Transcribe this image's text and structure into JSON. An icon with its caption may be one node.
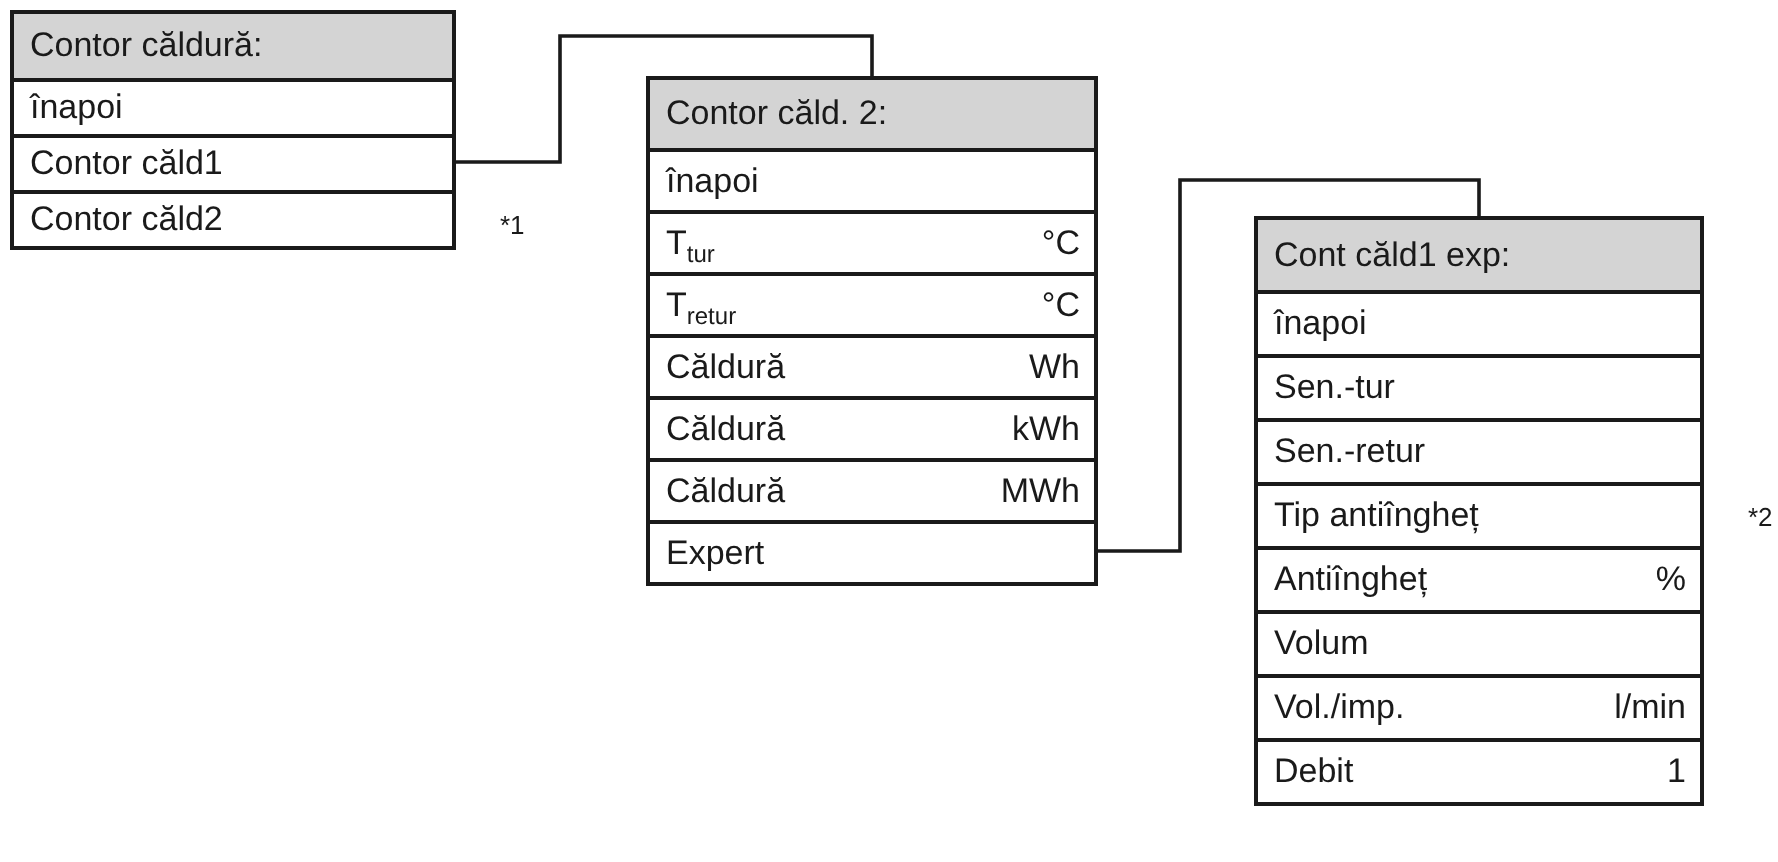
{
  "diagram": {
    "nodes": [
      {
        "text": [
          "Contor căldură:"
        ]
      },
      {
        "text": [
          "înapoi"
        ],
        "in": 0
      },
      {
        "text": [
          "Contor căld1"
        ],
        "in": 0
      },
      {
        "text": [
          "Contor căld2"
        ],
        "in": 0,
        "beside": [
          "*1"
        ]
      },
      {
        "text": [
          "Contor căld. 2:"
        ]
      },
      {
        "text": [
          "înapoi"
        ],
        "in": 4
      },
      {
        "text": [
          "T$_{tur}$",
          "°C"
        ],
        "in": 4
      },
      {
        "text": [
          "T$_{retur}$",
          "°C"
        ],
        "in": 4
      },
      {
        "text": [
          "Căldură",
          "Wh"
        ],
        "in": 4
      },
      {
        "text": [
          "Căldură",
          "kWh"
        ],
        "in": 4
      },
      {
        "text": [
          "Căldură",
          "MWh"
        ],
        "in": 4
      },
      {
        "text": [
          "Expert"
        ],
        "in": 4
      },
      {
        "text": [
          "Cont căld1 exp:"
        ]
      },
      {
        "text": [
          "înapoi"
        ],
        "in": 12
      },
      {
        "text": [
          "Sen.-tur"
        ],
        "in": 12
      },
      {
        "text": [
          "Sen.-retur"
        ],
        "in": 12
      },
      {
        "text": [
          "Tip antiîngheț"
        ],
        "in": 12,
        "beside": [
          "*2"
        ]
      },
      {
        "text": [
          "Antiîngheț",
          "%"
        ],
        "in": 12
      },
      {
        "text": [
          "Volum"
        ],
        "in": 12
      },
      {
        "text": [
          "Vol./imp.",
          "l/min"
        ],
        "in": 12
      },
      {
        "text": [
          "Debit",
          "1"
        ],
        "in": 12
      }
    ],
    "edges": [
      {
        "from": 2,
        "to": 4,
        "arrow": "none"
      },
      {
        "from": 11,
        "to": 12,
        "arrow": "none"
      }
    ]
  }
}
